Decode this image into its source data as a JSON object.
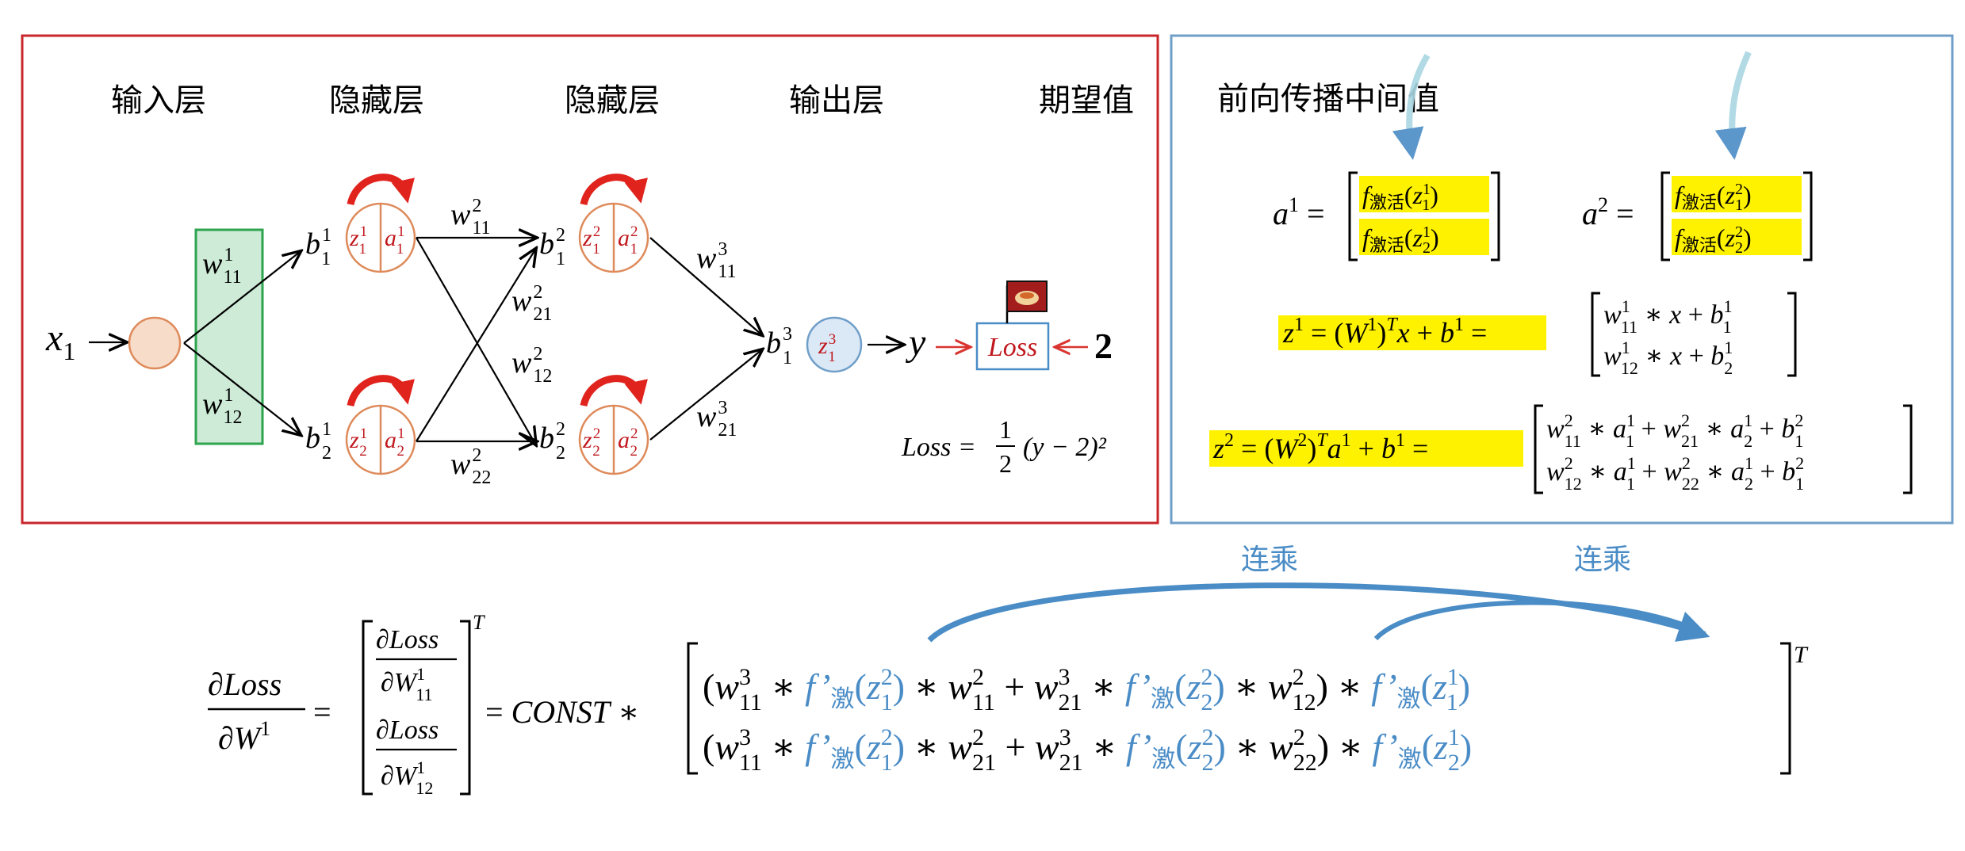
{
  "layers": {
    "input": "输入层",
    "hidden1": "隐藏层",
    "hidden2": "隐藏层",
    "output": "输出层",
    "expected": "期望值"
  },
  "forward_title": "前向传播中间值",
  "network": {
    "x": "x",
    "x_sub": "1",
    "y": "y",
    "loss_box": "Loss",
    "target": "2",
    "loss_formula": {
      "lhs": "Loss = ",
      "num": "1",
      "den": "2",
      "rhs": "(y − 2)²"
    }
  },
  "matrices": {
    "f_label": "激活",
    "diff_label": "激",
    "const": "CONST"
  },
  "annotations": {
    "chain_left": "连乘",
    "chain_right": "连乘"
  },
  "colors": {
    "red_frame": "#c8262a",
    "blue_frame": "#6f9fc8",
    "green_box": "#2ea44f",
    "green_fill": "#cdebd6",
    "neuron_stroke": "#de8a5a",
    "neuron_fill": "#f7dcc9",
    "highlight": "#fff200",
    "blue_text": "#4a8cc6",
    "dark_red": "#c0171d"
  },
  "icons": [
    "cycle-arrow-icon",
    "cake-flag-icon",
    "down-arrow-icon",
    "chain-arc-icon"
  ]
}
